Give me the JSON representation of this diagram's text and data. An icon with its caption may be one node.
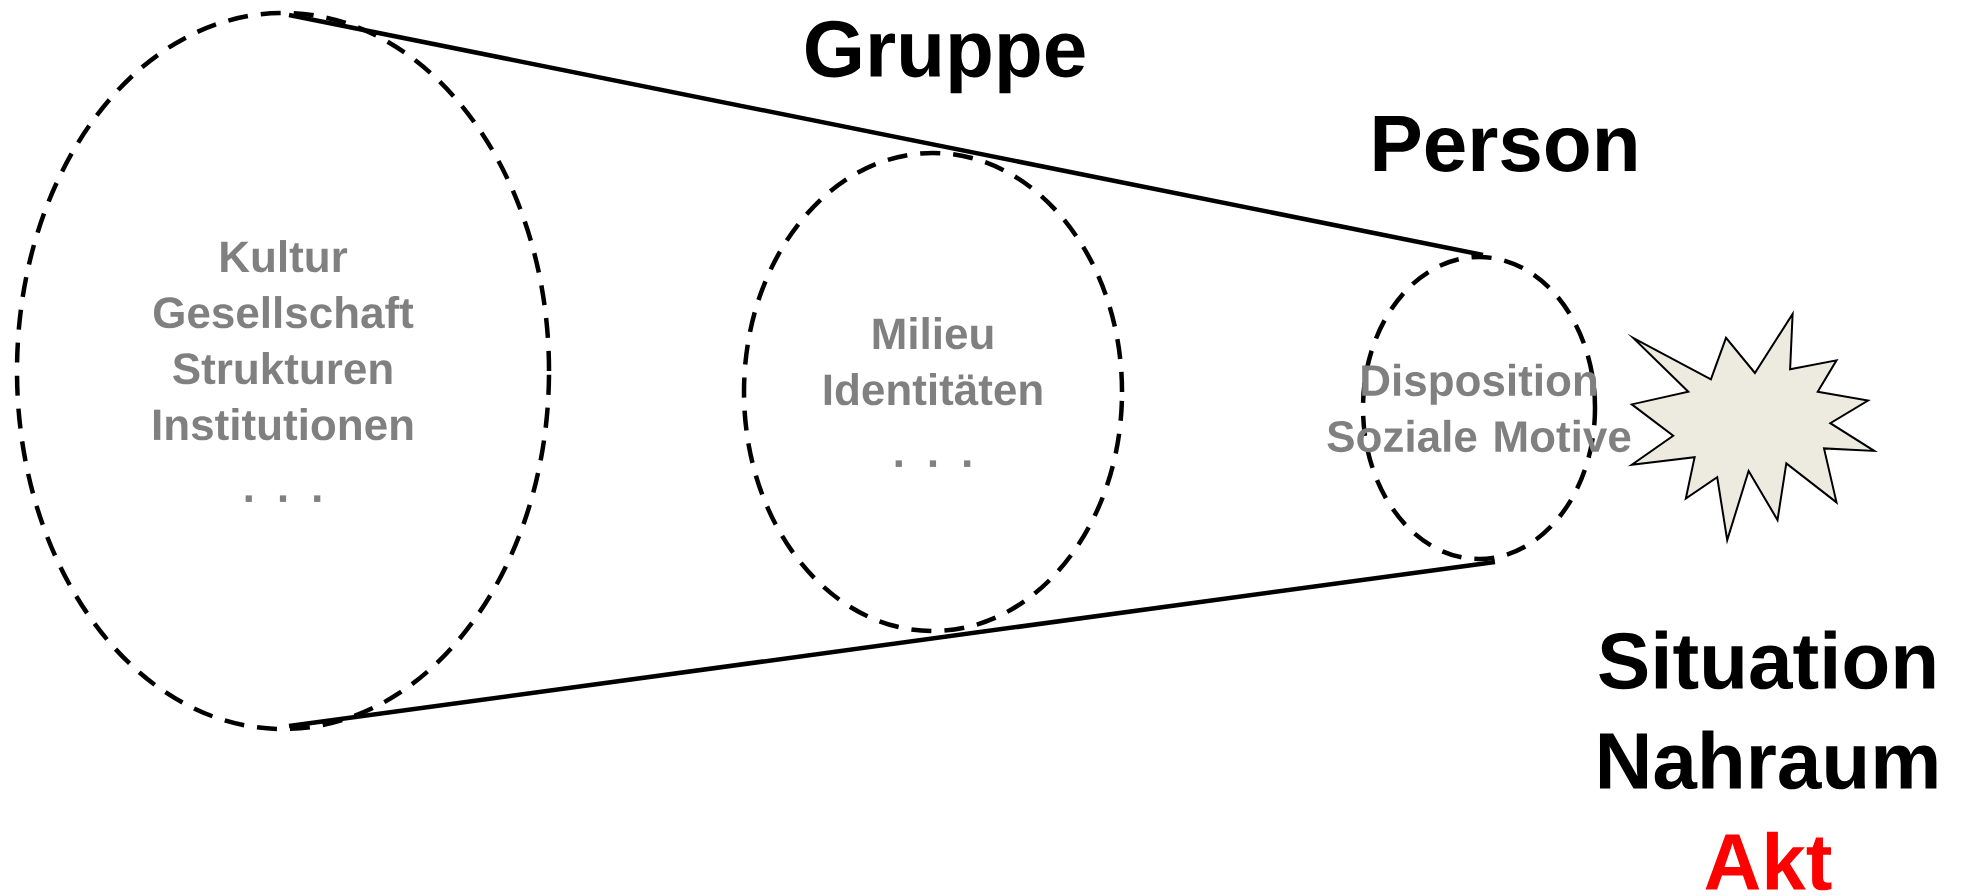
{
  "diagram": {
    "nodes": [
      {
        "text": [
          "Kultur Gesellschaft Strukturen Institutionen",
          ". . ."
        ]
      },
      {
        "text": [
          "Milieu Identitäten",
          ". . ."
        ],
        "beside": [
          "Gruppe"
        ]
      },
      {
        "text": [
          "Disposition Soziale Motive"
        ],
        "beside": [
          "Person"
        ]
      },
      {
        "text": [],
        "shape": "star",
        "beside": [
          "Situation",
          "Nahraum",
          "Akt"
        ]
      }
    ]
  }
}
